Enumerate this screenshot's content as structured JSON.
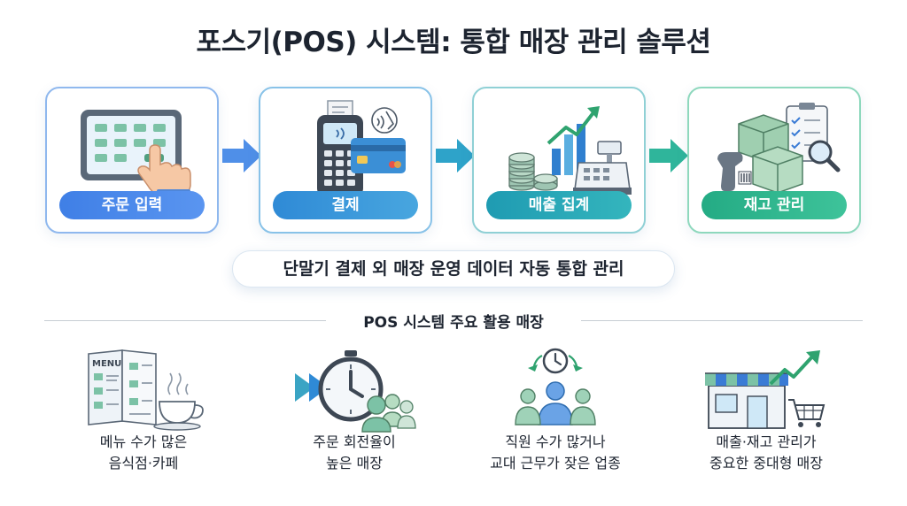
{
  "title": "포스기(POS) 시스템: 통합 매장 관리 솔루션",
  "steps": [
    {
      "label": "주문 입력",
      "icon": "tablet-order-icon",
      "color": "#3f7fe6"
    },
    {
      "label": "결제",
      "icon": "card-terminal-icon",
      "color": "#2f93d8"
    },
    {
      "label": "매출 집계",
      "icon": "sales-chart-register-icon",
      "color": "#25a7b6"
    },
    {
      "label": "재고 관리",
      "icon": "inventory-boxes-icon",
      "color": "#2bb58a"
    }
  ],
  "banner": "단말기 결제 외 매장 운영 데이터 자동 통합 관리",
  "section_title": "POS 시스템 주요 활용 매장",
  "use_cases": [
    {
      "icon": "menu-coffee-icon",
      "line1": "메뉴 수가 많은",
      "line2": "음식점·카페"
    },
    {
      "icon": "fast-stopwatch-icon",
      "line1": "주문 회전율이",
      "line2": "높은 매장"
    },
    {
      "icon": "staff-rotation-icon",
      "line1": "직원 수가 많거나",
      "line2": "교대 근무가 잦은 업종"
    },
    {
      "icon": "store-growth-icon",
      "line1": "매출·재고 관리가",
      "line2": "중요한 중대형 매장"
    }
  ],
  "menu_word": "MENU"
}
